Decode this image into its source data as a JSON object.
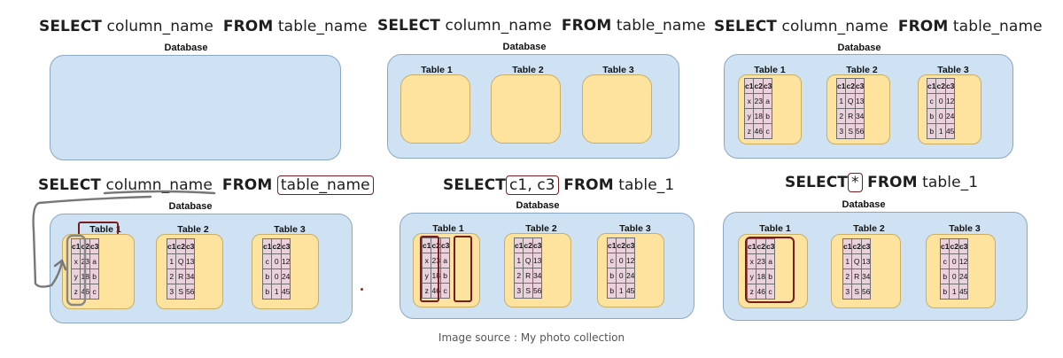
{
  "queries": {
    "q1": {
      "kw1": "SELECT",
      "col": "column_name",
      "kw2": "FROM",
      "table": "table_name"
    },
    "q2": {
      "kw1": "SELECT",
      "col": "column_name",
      "kw2": "FROM",
      "table": "table_name"
    },
    "q3": {
      "kw1": "SELECT",
      "col": "column_name",
      "kw2": "FROM",
      "table": "table_name"
    },
    "q4": {
      "kw1": "SELECT",
      "col": "column_name",
      "kw2": "FROM",
      "table": "table_name"
    },
    "q5": {
      "kw1": "SELECT",
      "col": "c1, c3",
      "kw2": "FROM",
      "table": "table_1"
    },
    "q6": {
      "kw1": "SELECT",
      "col": "*",
      "kw2": "FROM",
      "table": "table_1"
    }
  },
  "database_label": "Database",
  "table_labels": [
    "Table 1",
    "Table 2",
    "Table 3"
  ],
  "tables": [
    {
      "headers": [
        "c1",
        "c2",
        "c3"
      ],
      "rows": [
        [
          "x",
          "23",
          "a"
        ],
        [
          "y",
          "18",
          "b"
        ],
        [
          "z",
          "46",
          "c"
        ]
      ]
    },
    {
      "headers": [
        "c1",
        "c2",
        "c3"
      ],
      "rows": [
        [
          "1",
          "Q",
          "13"
        ],
        [
          "2",
          "R",
          "34"
        ],
        [
          "3",
          "S",
          "56"
        ]
      ]
    },
    {
      "headers": [
        "c1",
        "c2",
        "c3"
      ],
      "rows": [
        [
          "c",
          "0",
          "12"
        ],
        [
          "b",
          "0",
          "24"
        ],
        [
          "b",
          "1",
          "45"
        ]
      ]
    }
  ],
  "caption": "Image source : My photo collection",
  "colors": {
    "database": "#cfe2f3",
    "table": "#fde39d",
    "cell": "#ead1dc",
    "highlight": "#7a1b20"
  }
}
